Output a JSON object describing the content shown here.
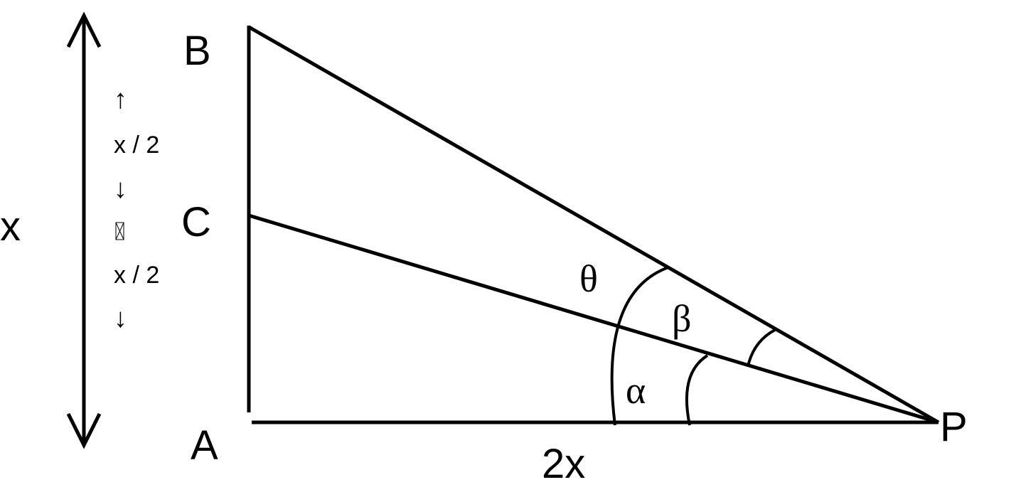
{
  "vertices": {
    "A": "A",
    "B": "B",
    "C": "C",
    "P": "P"
  },
  "dimensions": {
    "height": "x",
    "base": "2x",
    "upper_half": "x / 2",
    "lower_half": "x / 2",
    "arrow_up": "↑",
    "arrow_down": "↓"
  },
  "angles": {
    "theta": "θ",
    "beta": "β",
    "alpha": "α"
  }
}
